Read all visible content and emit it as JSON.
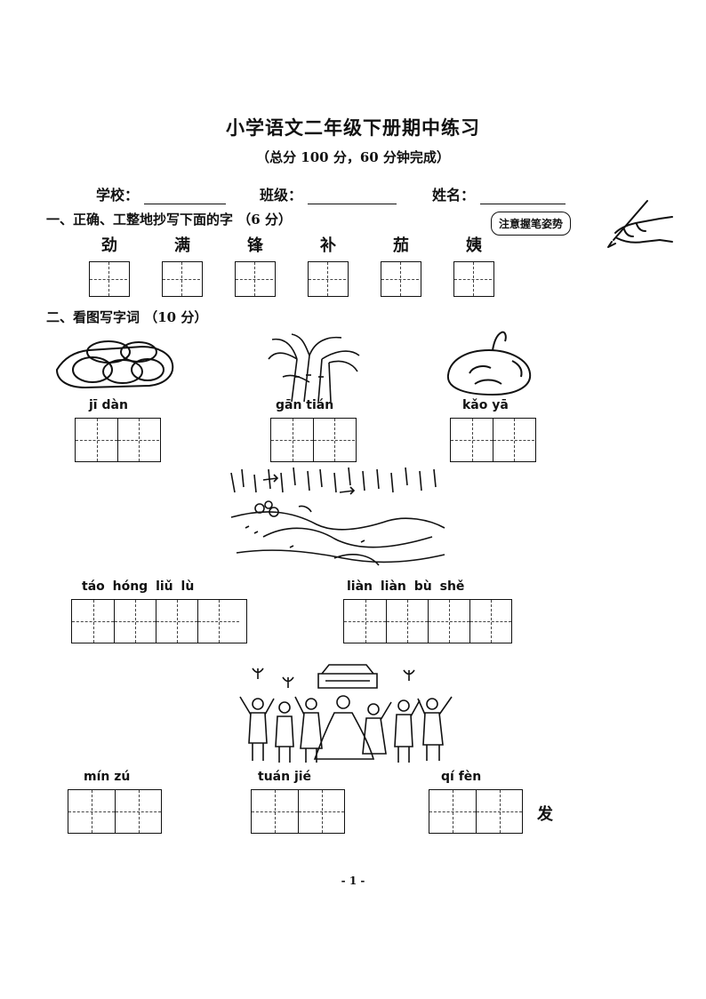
{
  "header": {
    "title": "小学语文二年级下册期中练习",
    "subtitle": "（总分 100 分，60 分钟完成）",
    "school_label": "学校：",
    "class_label": "班级：",
    "name_label": "姓名："
  },
  "section1": {
    "heading": "一、正确、工整地抄写下面的字 （6 分）",
    "posture_note": "注意握笔姿势",
    "characters": [
      "劲",
      "满",
      "锋",
      "补",
      "茄",
      "姨"
    ]
  },
  "section2": {
    "heading": "二、看图写字词 （10 分）",
    "row1": [
      {
        "pinyin": "jī    dàn"
      },
      {
        "pinyin": "gān   tián"
      },
      {
        "pinyin": "kǎo   yā"
      }
    ],
    "row2": [
      {
        "pinyin": "táo  hóng  liǔ   lù"
      },
      {
        "pinyin": "liàn  liàn  bù  shě"
      }
    ],
    "row3": [
      {
        "pinyin": "mín   zú"
      },
      {
        "pinyin": "tuán   jié"
      },
      {
        "pinyin": "qí    fèn",
        "suffix": "发"
      }
    ]
  },
  "footer": {
    "page_number": "- 1 -"
  }
}
